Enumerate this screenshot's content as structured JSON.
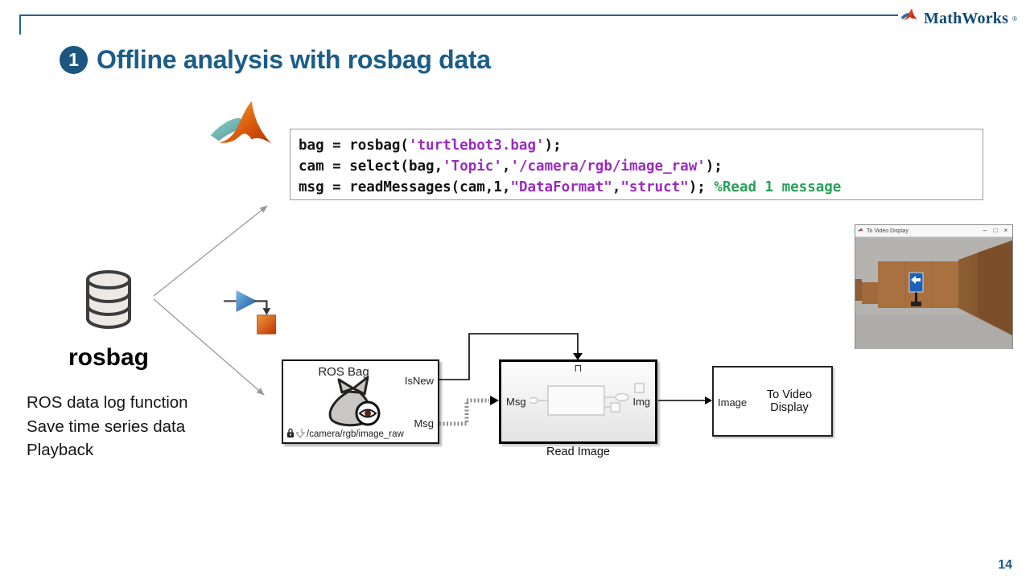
{
  "header": {
    "brand": "MathWorks",
    "registered": "®"
  },
  "title": {
    "badge": "1",
    "text": "Offline analysis with rosbag data"
  },
  "code": {
    "line1": {
      "t1": "bag = rosbag(",
      "s1": "'turtlebot3.bag'",
      "t2": ");"
    },
    "line2": {
      "t1": "cam = select(bag,",
      "s1": "'Topic'",
      "t2": ",",
      "s2": "'/camera/rgb/image_raw'",
      "t3": ");"
    },
    "line3": {
      "t1": "msg = readMessages(cam,1,",
      "s1": "\"DataFormat\"",
      "t2": ",",
      "s2": "\"struct\"",
      "t3": "); ",
      "c1": "%Read 1 message"
    }
  },
  "rosbag": {
    "label": "rosbag",
    "bullets": [
      "ROS data log function",
      "Save time series data",
      "Playback"
    ]
  },
  "model": {
    "rosbag_block": {
      "title": "ROS Bag",
      "port_isnew": "IsNew",
      "port_msg": "Msg",
      "topic": "/camera/rgb/image_raw"
    },
    "read_image_block": {
      "caption": "Read Image",
      "trigger": "⊓",
      "port_msg": "Msg",
      "port_img": "Img"
    },
    "video_block": {
      "port_image": "Image",
      "label": "To Video Display"
    }
  },
  "video_window": {
    "title": "To Video Display",
    "minimize": "–",
    "maximize": "□",
    "close": "×"
  },
  "footer": {
    "page_number": "14"
  },
  "icons": {
    "mathworks_logo": "membrane-triangle",
    "matlab_logo": "membrane-triangle",
    "simulink_logo": "triangle-to-square-flow",
    "database": "cylinder-stack",
    "rosbag_block_icon": "bag-with-eye",
    "lock": "padlock",
    "signal_arrow": "down-arrow"
  },
  "colors": {
    "accent_blue": "#1b5c88",
    "code_string": "#9a2bbf",
    "code_comment": "#28a05a"
  }
}
